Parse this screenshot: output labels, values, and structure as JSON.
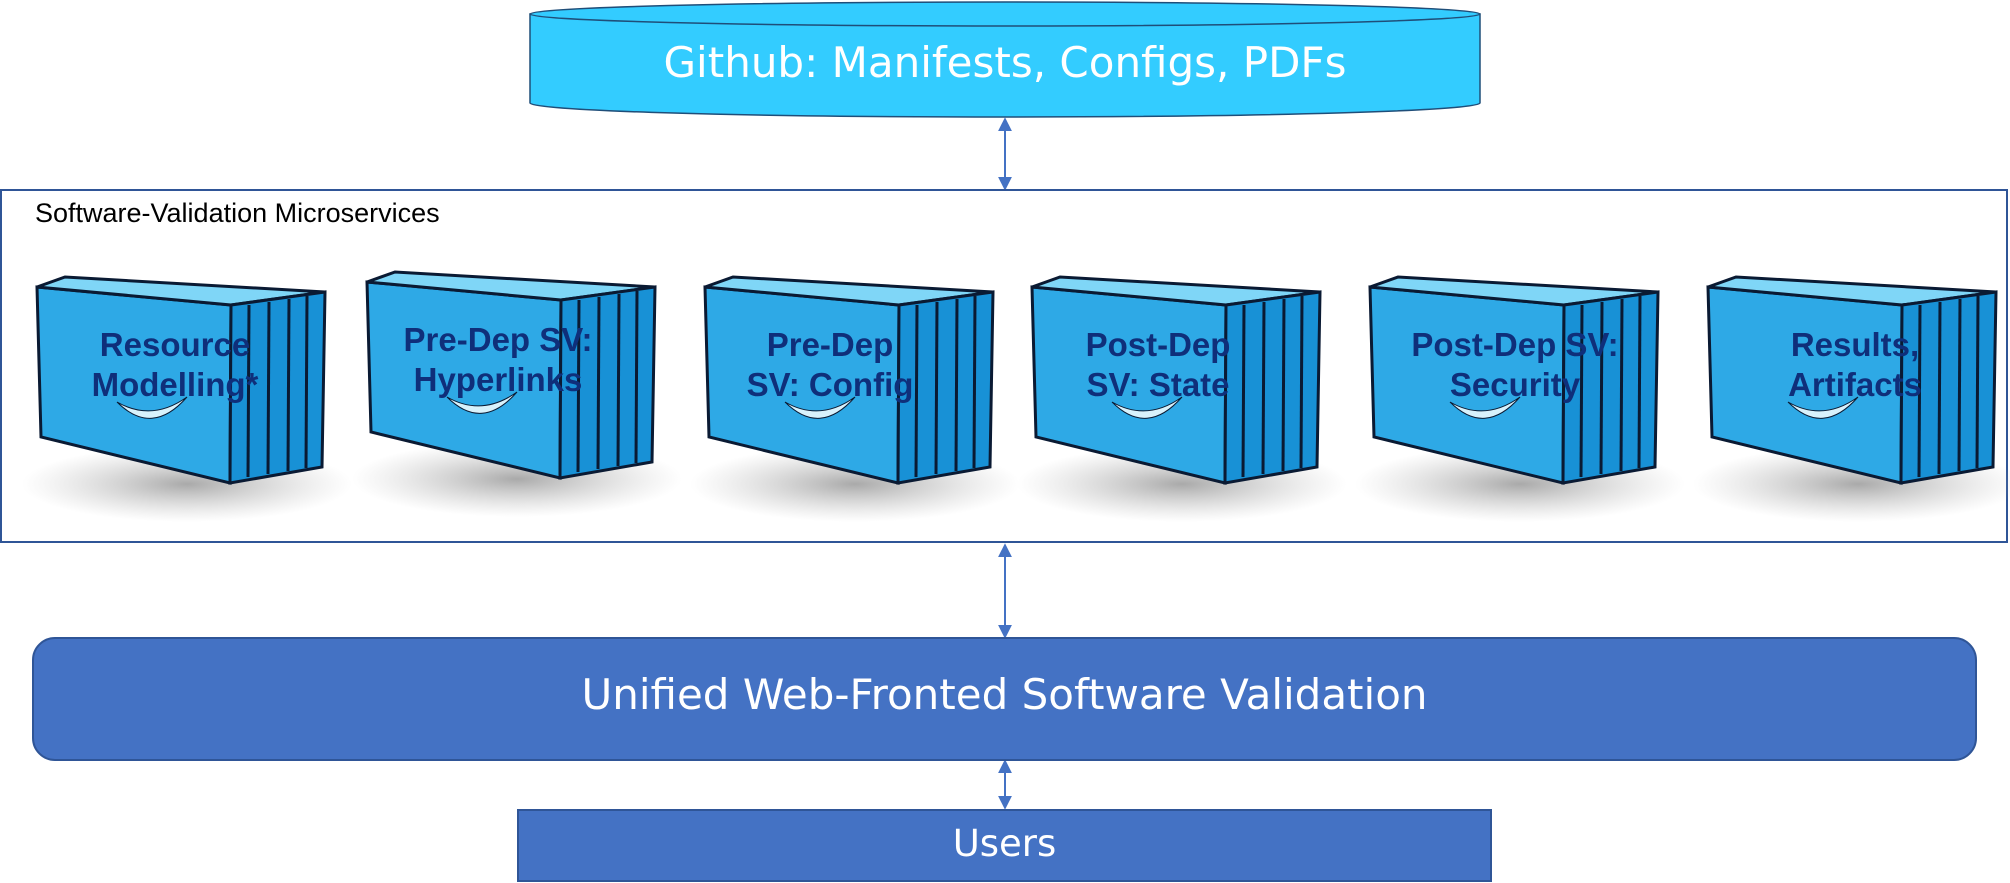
{
  "github": {
    "label": "Github: Manifests, Configs, PDFs"
  },
  "microservices": {
    "title": "Software-Validation Microservices",
    "containers": [
      {
        "line1": "Resource",
        "line2": "Modelling*"
      },
      {
        "line1": "Pre-Dep SV:",
        "line2": "Hyperlinks"
      },
      {
        "line1": "Pre-Dep",
        "line2": "SV: Config"
      },
      {
        "line1": "Post-Dep",
        "line2": "SV: State"
      },
      {
        "line1": "Post-Dep SV:",
        "line2": "Security"
      },
      {
        "line1": "Results,",
        "line2": "Artifacts"
      }
    ]
  },
  "web": {
    "label": "Unified Web-Fronted Software Validation"
  },
  "users": {
    "label": "Users"
  },
  "colors": {
    "github_fill": "#33ccff",
    "frame_border": "#2f5597",
    "web_fill": "#4472c4",
    "users_fill": "#4472c4",
    "container_front": "#2ea9e6",
    "container_top": "#7fd6f7",
    "container_side": "#1891d6",
    "container_label": "#0f2f7a",
    "arrow": "#4472c4"
  }
}
